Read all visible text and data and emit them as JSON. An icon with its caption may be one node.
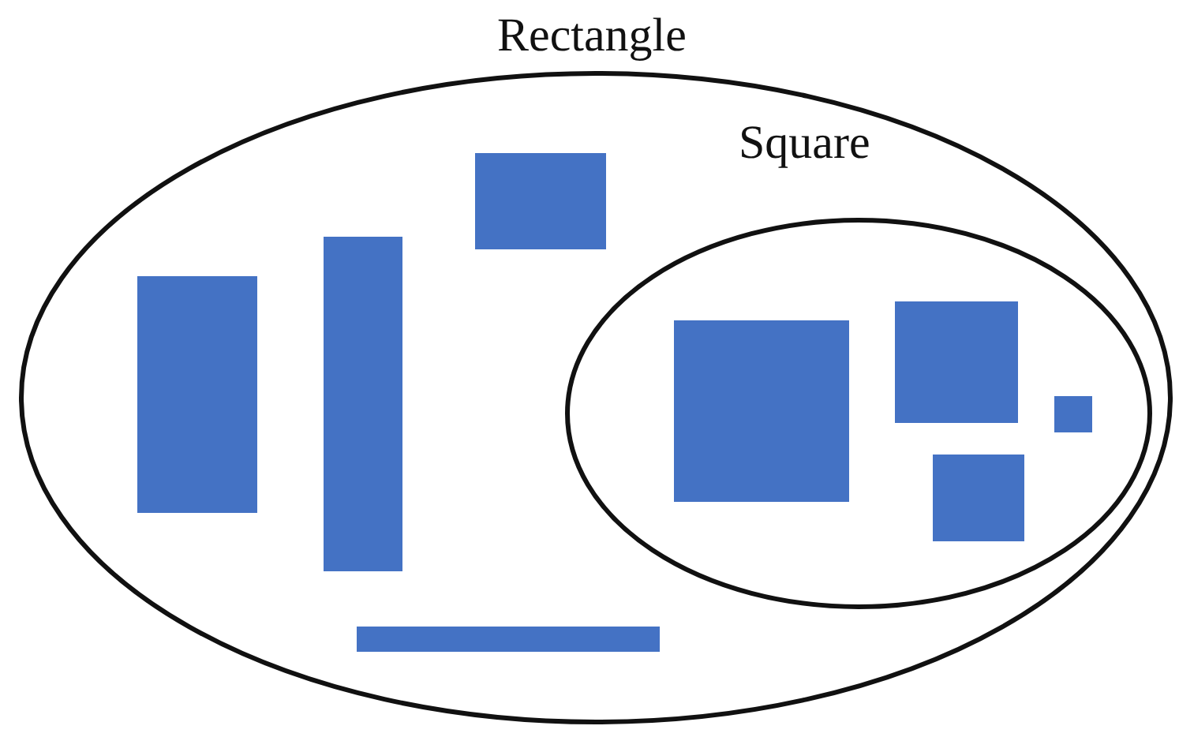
{
  "diagram": {
    "nodes": [
      {
        "text": [
          "Rectangle"
        ]
      },
      {
        "text": [
          "Square"
        ],
        "in": 0
      },
      {
        "text": [],
        "shape": "box",
        "in": 0
      },
      {
        "text": [],
        "shape": "box",
        "in": 0
      },
      {
        "text": [],
        "shape": "box",
        "in": 0
      },
      {
        "text": [],
        "shape": "box",
        "in": 0
      },
      {
        "text": [],
        "shape": "box",
        "in": 1
      },
      {
        "text": [],
        "shape": "box",
        "in": 1
      },
      {
        "text": [],
        "shape": "box",
        "in": 1
      },
      {
        "text": [],
        "shape": "box",
        "in": 1
      }
    ]
  }
}
